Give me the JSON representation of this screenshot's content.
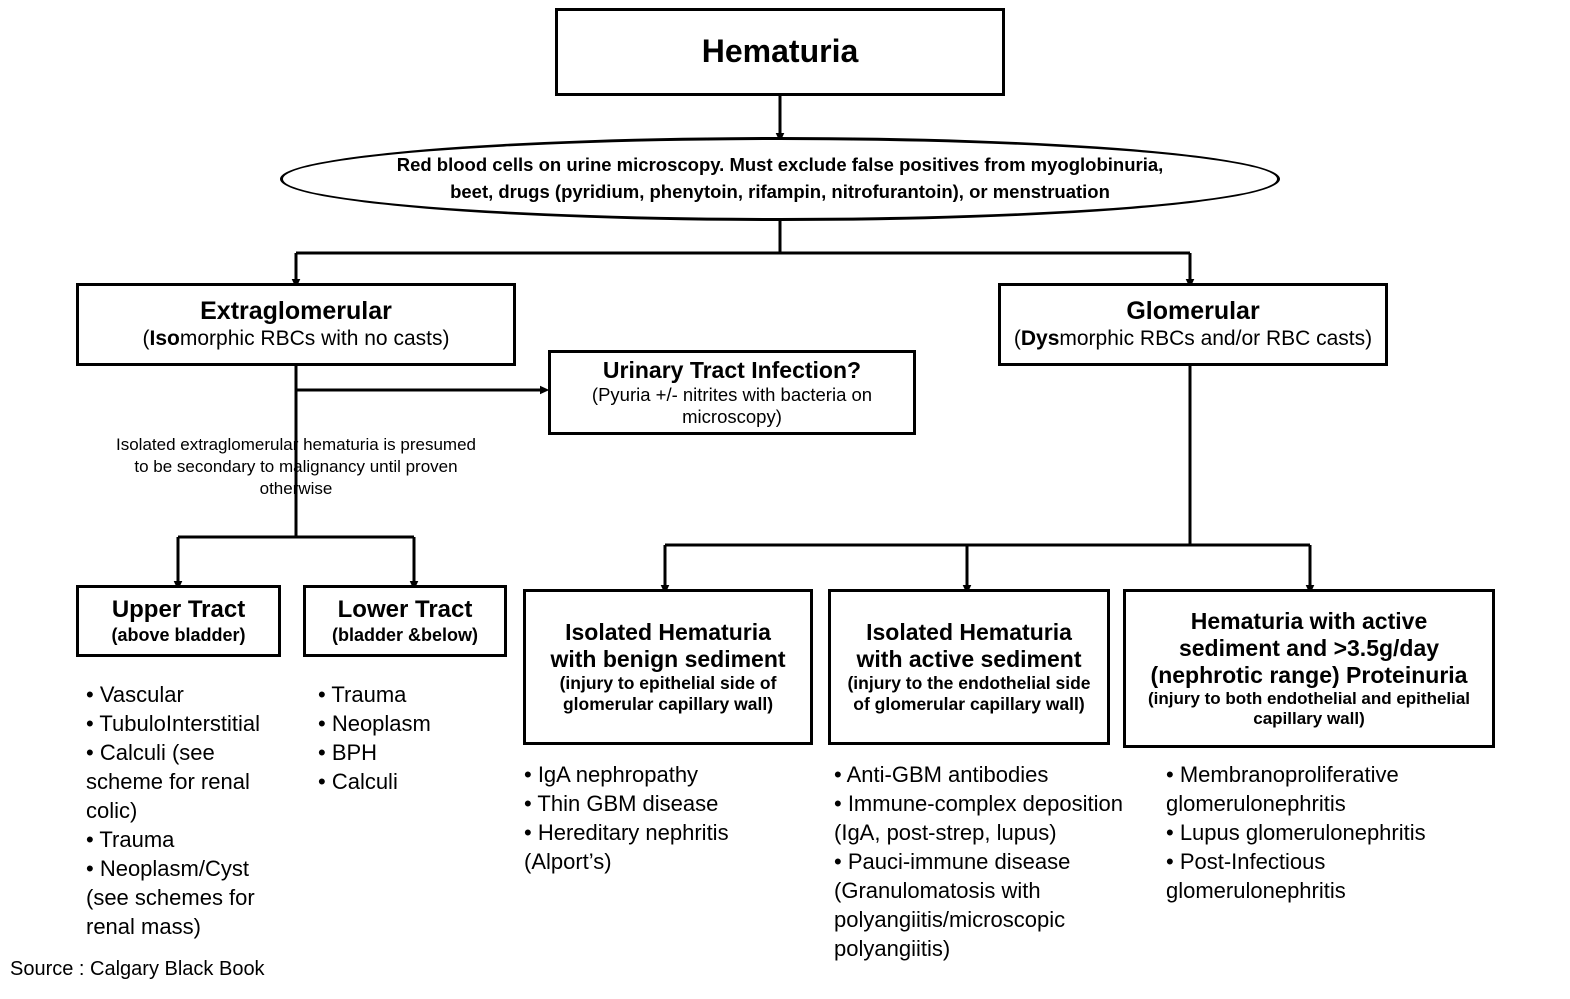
{
  "diagram": {
    "title": "Hematuria",
    "source_caption": "Source : Calgary Black Book",
    "root": {
      "label": "Hematuria"
    },
    "criteria_ellipse": {
      "line1": "Red blood cells on urine microscopy. Must exclude false positives from myoglobinuria,",
      "line2": "beet, drugs (pyridium, phenytoin, rifampin, nitrofurantoin), or menstruation"
    },
    "extraglomerular": {
      "title": "Extraglomerular",
      "subtitle_bold": "Iso",
      "subtitle_rest": "morphic RBCs with no casts)",
      "subtitle_open": "(",
      "subtitle_full": "(Isomorphic RBCs with no casts)"
    },
    "glomerular": {
      "title": "Glomerular",
      "subtitle_bold": "Dys",
      "subtitle_rest": "morphic RBCs and/or RBC casts)",
      "subtitle_open": "(",
      "subtitle_full": "(Dysmorphic RBCs and/or RBC casts)"
    },
    "uti": {
      "title": "Urinary Tract Infection?",
      "sub_line1": "(Pyuria +/- nitrites with bacteria on",
      "sub_line2": "microscopy)"
    },
    "malignancy_note": {
      "line1": "Isolated extraglomerular hematuria is presumed",
      "line2": "to be secondary to malignancy until proven",
      "line3": "otherwise"
    },
    "upper_tract": {
      "title": "Upper Tract",
      "subtitle": "(above bladder)",
      "items": "• Vascular\n• TubuloInterstitial\n• Calculi (see\nscheme for renal\ncolic)\n• Trauma\n• Neoplasm/Cyst\n(see schemes for\nrenal mass)"
    },
    "lower_tract": {
      "title": "Lower Tract",
      "subtitle": "(bladder &below)",
      "items": "• Trauma\n• Neoplasm\n• BPH\n• Calculi"
    },
    "benign_sediment": {
      "title_line1": "Isolated Hematuria",
      "title_line2": "with benign sediment",
      "sub_line1": "(injury to epithelial side of",
      "sub_line2": "glomerular capillary wall)",
      "items": "• IgA nephropathy\n• Thin GBM disease\n• Hereditary nephritis\n(Alport’s)"
    },
    "active_sediment": {
      "title_line1": "Isolated Hematuria",
      "title_line2": "with active sediment",
      "sub_line1": "(injury to the endothelial side",
      "sub_line2": "of glomerular capillary wall)",
      "items": "• Anti-GBM antibodies\n• Immune-complex deposition\n(IgA, post-strep, lupus)\n• Pauci-immune disease\n(Granulomatosis with\npolyangiitis/microscopic\npolyangiitis)"
    },
    "nephrotic": {
      "title_line1": "Hematuria with active",
      "title_line2": "sediment and >3.5g/day",
      "title_line3": "(nephrotic range) Proteinuria",
      "sub_line1": "(injury to both endothelial and epithelial",
      "sub_line2": "capillary wall)",
      "items": "• Membranoproliferative\nglomerulonephritis\n• Lupus glomerulonephritis\n• Post-Infectious\nglomerulonephritis"
    },
    "colors": {
      "stroke": "#000000",
      "background": "#ffffff",
      "text": "#000000"
    }
  }
}
